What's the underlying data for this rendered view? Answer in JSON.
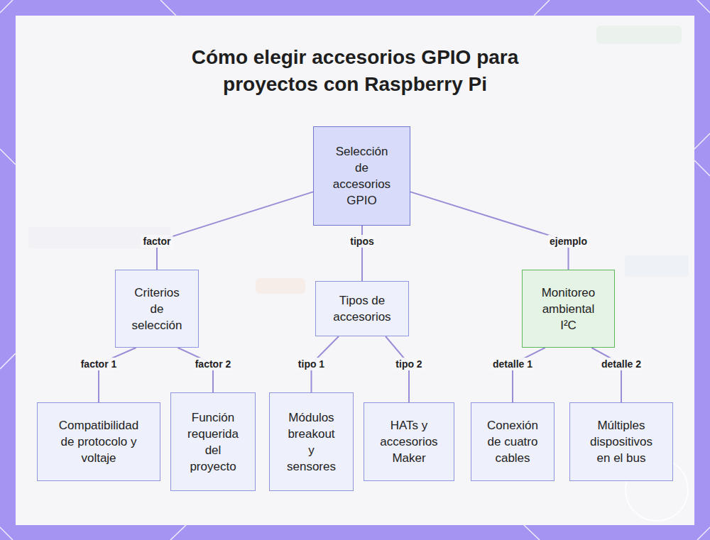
{
  "diagram": {
    "title": "Cómo elegir accesorios GPIO para proyectos con Raspberry Pi",
    "nodes": [
      {
        "text": [
          "Selección de accesorios GPIO"
        ]
      },
      {
        "text": [
          "Criterios de selección"
        ]
      },
      {
        "text": [
          "Tipos de accesorios"
        ]
      },
      {
        "text": [
          "Monitoreo ambiental I²C"
        ]
      },
      {
        "text": [
          "Compatibilidad de protocolo y voltaje"
        ]
      },
      {
        "text": [
          "Función requerida del proyecto"
        ]
      },
      {
        "text": [
          "Módulos breakout y sensores"
        ]
      },
      {
        "text": [
          "HATs y accesorios Maker"
        ]
      },
      {
        "text": [
          "Conexión de cuatro cables"
        ]
      },
      {
        "text": [
          "Múltiples dispositivos en el bus"
        ]
      }
    ],
    "edges": [
      {
        "from": 0,
        "to": 1,
        "label": "factor",
        "arrow": "none"
      },
      {
        "from": 0,
        "to": 2,
        "label": "tipos",
        "arrow": "none"
      },
      {
        "from": 0,
        "to": 3,
        "label": "ejemplo",
        "arrow": "none"
      },
      {
        "from": 1,
        "to": 4,
        "label": "factor 1",
        "arrow": "none"
      },
      {
        "from": 1,
        "to": 5,
        "label": "factor 2",
        "arrow": "none"
      },
      {
        "from": 2,
        "to": 6,
        "label": "tipo 1",
        "arrow": "none"
      },
      {
        "from": 2,
        "to": 7,
        "label": "tipo 2",
        "arrow": "none"
      },
      {
        "from": 3,
        "to": 8,
        "label": "detalle 1",
        "arrow": "none"
      },
      {
        "from": 3,
        "to": 9,
        "label": "detalle 2",
        "arrow": "none"
      }
    ]
  }
}
